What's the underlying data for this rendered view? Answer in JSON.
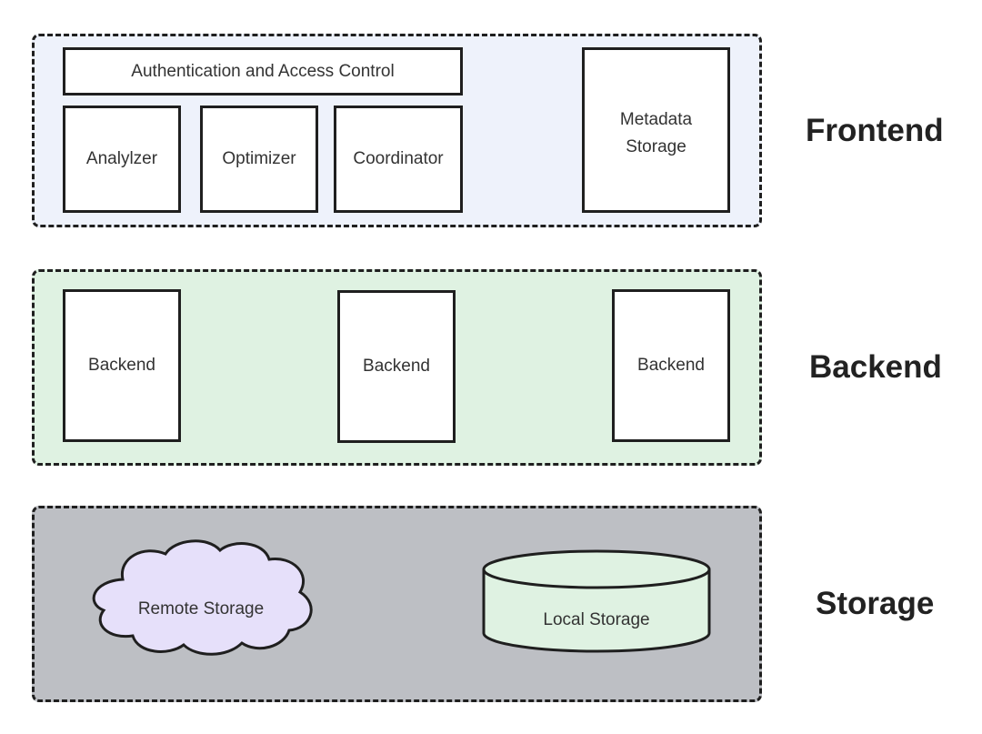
{
  "frontend": {
    "label": "Frontend",
    "auth": "Authentication and Access Control",
    "analyzer": "Analylzer",
    "optimizer": "Optimizer",
    "coordinator": "Coordinator",
    "metadata": "Metadata Storage",
    "fill_color": "#eef2fb"
  },
  "backend": {
    "label": "Backend",
    "nodes": [
      "Backend",
      "Backend",
      "Backend"
    ],
    "fill_color": "#dff2e2"
  },
  "storage": {
    "label": "Storage",
    "remote": "Remote Storage",
    "local": "Local Storage",
    "fill_color": "#bdbfc4",
    "cloud_color": "#e6e0fa",
    "cylinder_color": "#dff2e2"
  }
}
